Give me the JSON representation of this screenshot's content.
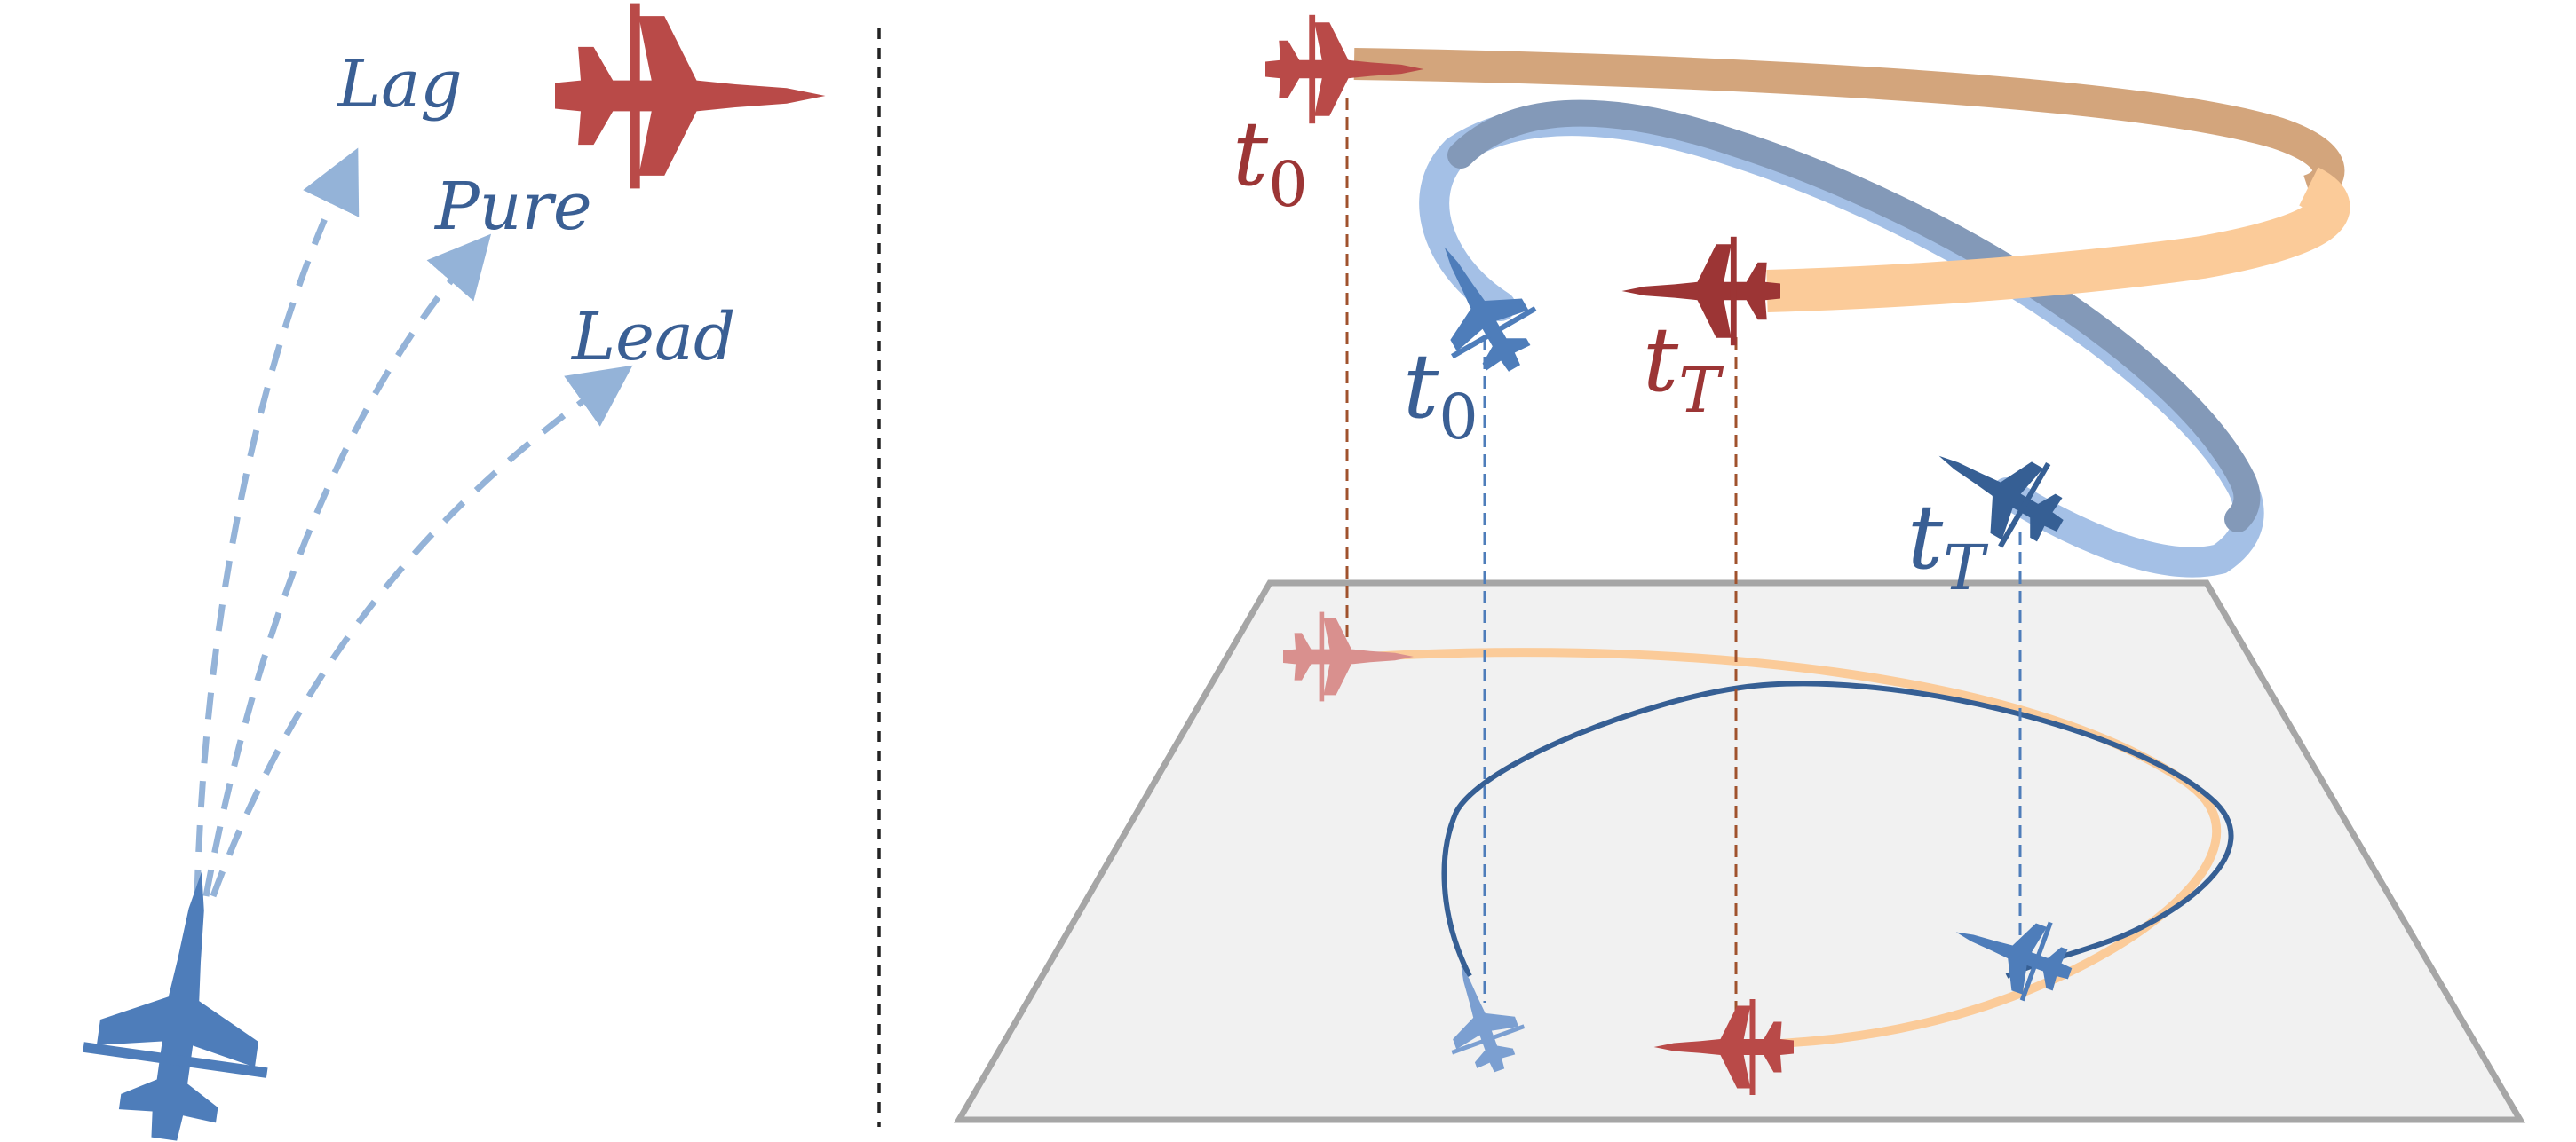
{
  "pursuit_labels": {
    "lag": "Lag",
    "pure": "Pure",
    "lead": "Lead"
  },
  "time_labels": {
    "target_start_t": "t",
    "target_start_sub": "0",
    "target_end_t": "t",
    "target_end_sub": "T",
    "pursuer_start_t": "t",
    "pursuer_start_sub": "0",
    "pursuer_end_t": "t",
    "pursuer_end_sub": "T"
  },
  "colors": {
    "target_red": "#b94a48",
    "target_dark_red": "#9c3535",
    "target_faded": "#d9908e",
    "pursuer_blue": "#4e7dba",
    "pursuer_dark_blue": "#365f94",
    "pursuer_faded": "#7b9fd1",
    "ribbon_orange_top": "#d3a57c",
    "ribbon_orange_front": "#fbcb99",
    "ribbon_blue_top": "#8399b8",
    "ribbon_blue_front": "#a4c0e6",
    "ground_fill": "#f1f1f1",
    "ground_border": "#a6a6a6",
    "dashed_arrow": "#94b3d8",
    "label_blue": "#3a5f94",
    "label_red": "#9c3535"
  },
  "icons": [
    "fighter-jet-icon"
  ]
}
